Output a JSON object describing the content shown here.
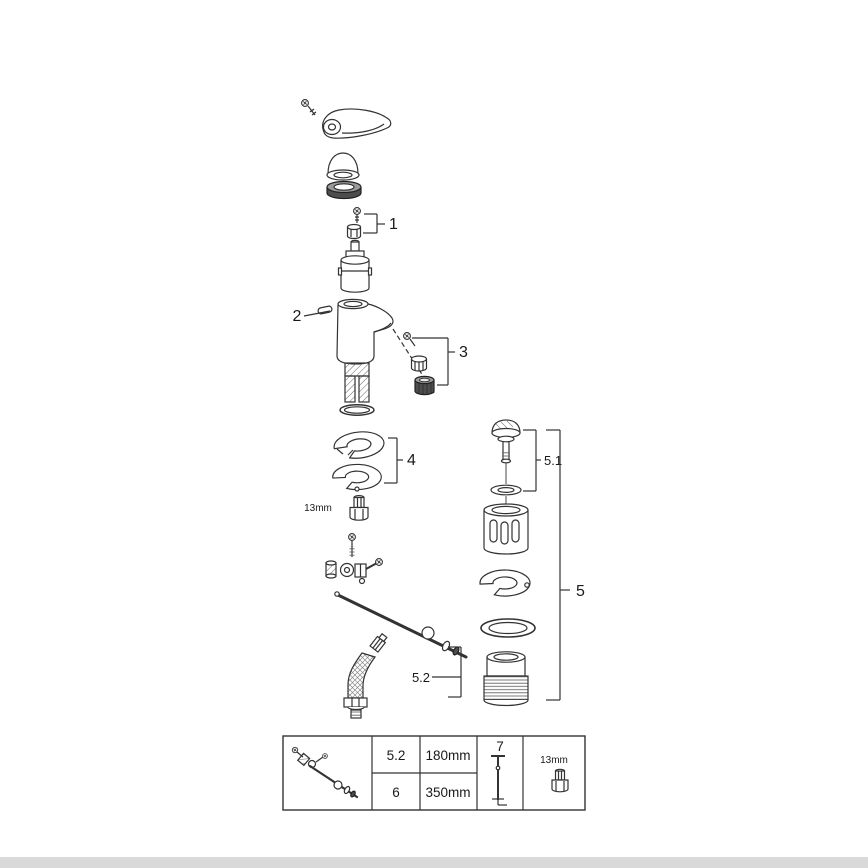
{
  "diagram": {
    "callouts": {
      "part1": "1",
      "part2": "2",
      "part3": "3",
      "part4": "4",
      "part5": "5",
      "part5_1": "5.1",
      "part5_2": "5.2",
      "wrench_size": "13mm"
    },
    "spec_table": {
      "rows": [
        {
          "ref": "5.2",
          "length": "180mm"
        },
        {
          "ref": "6",
          "length": "350mm"
        }
      ],
      "tool_ref": "7",
      "wrench_size": "13mm"
    },
    "colors": {
      "line": "#333333",
      "dark_part": "#4d4d4d",
      "background": "#ffffff",
      "footer_bar": "#d9d9d9"
    }
  }
}
